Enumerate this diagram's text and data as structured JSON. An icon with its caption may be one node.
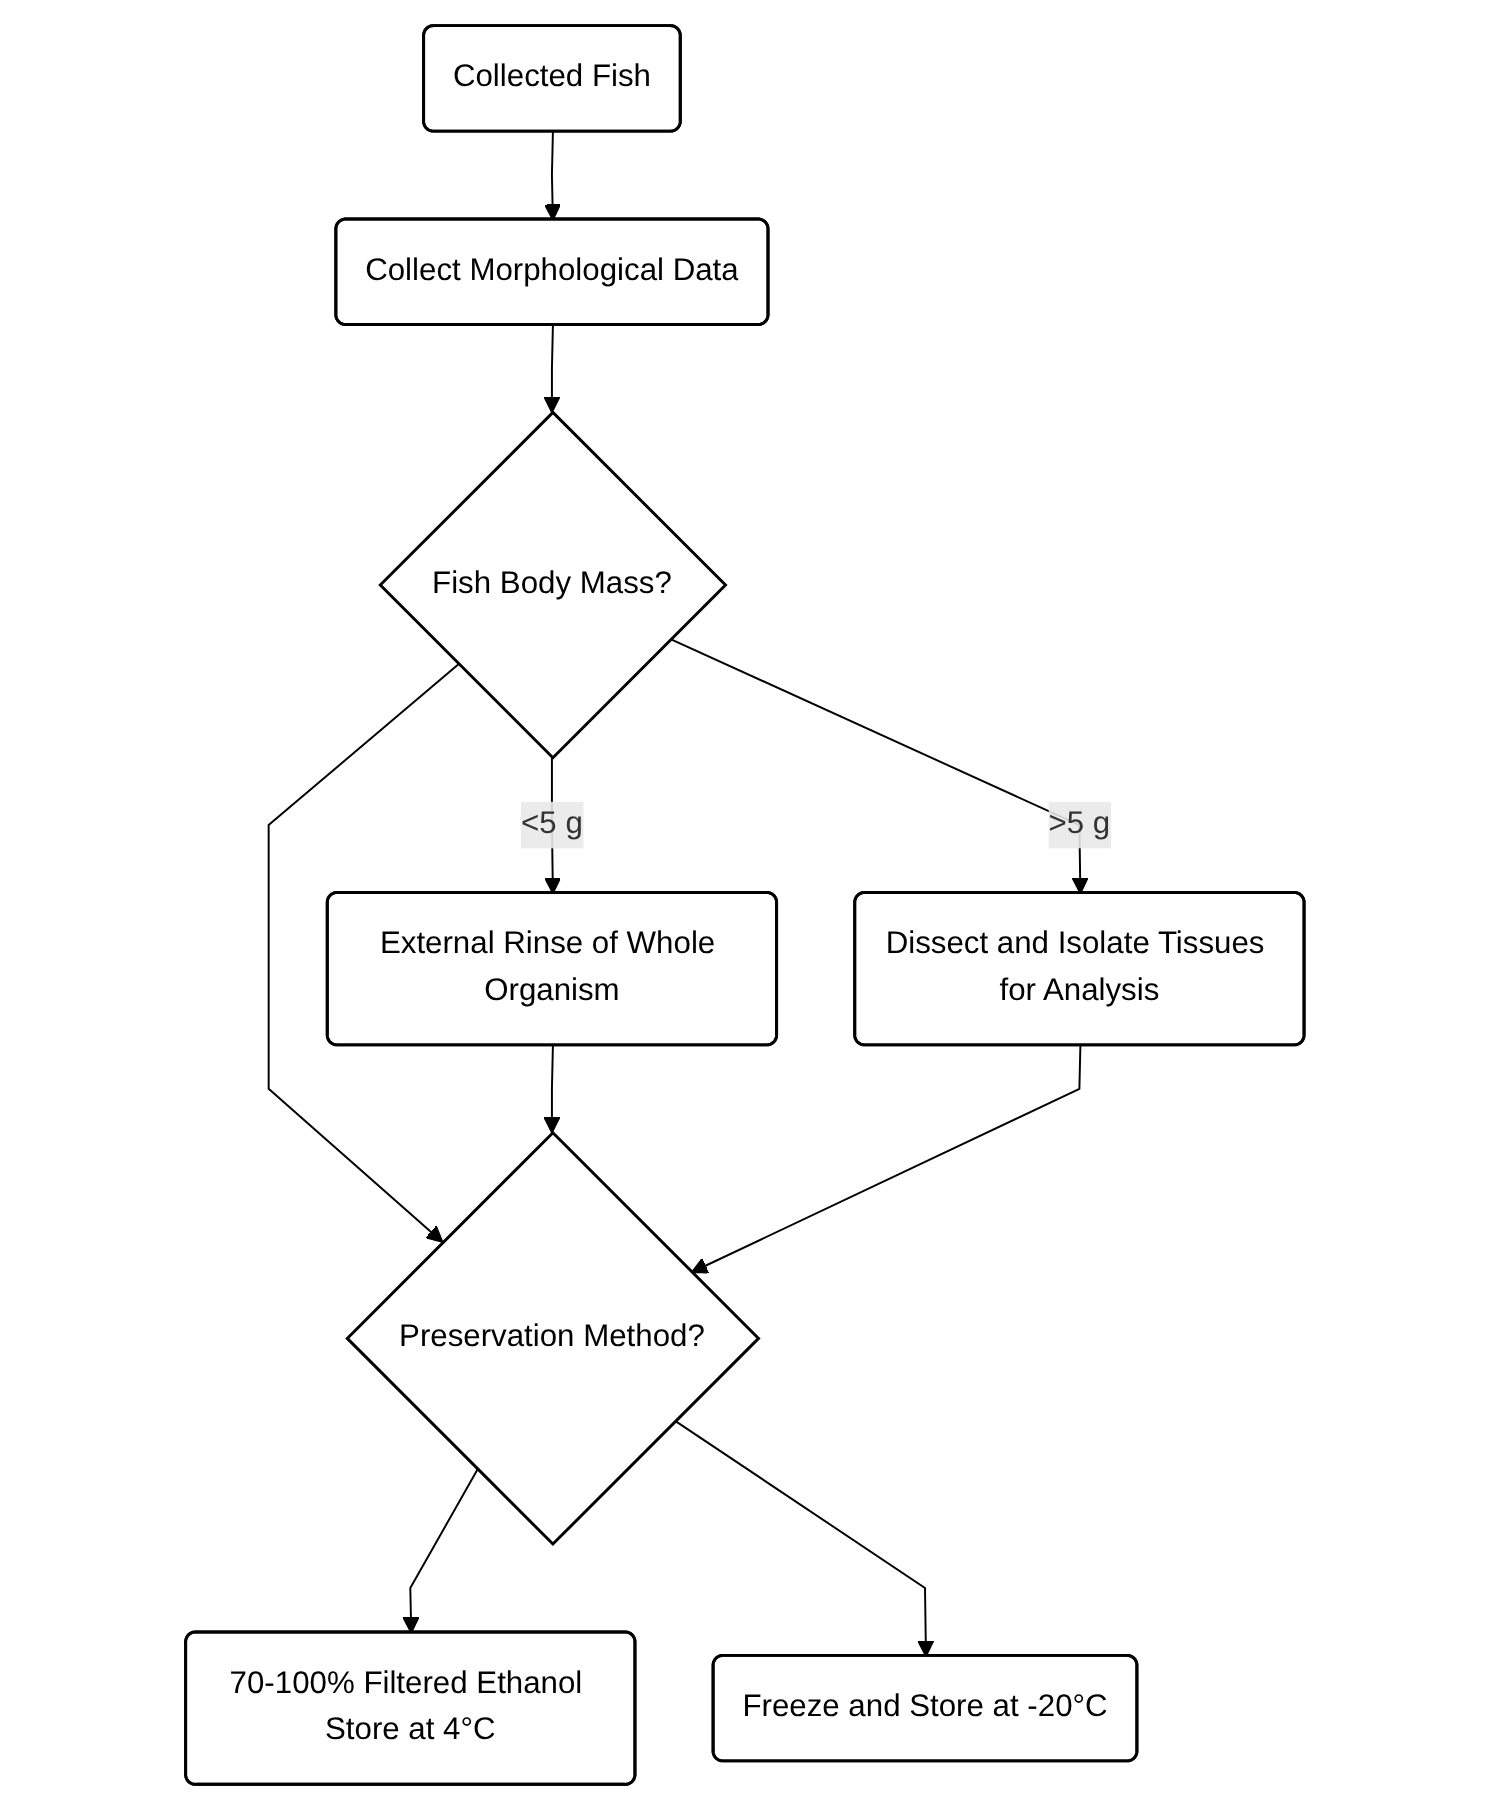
{
  "diagram": {
    "nodes": [
      {
        "text": [
          "Collected Fish"
        ]
      },
      {
        "text": [
          "Collect Morphological Data"
        ]
      },
      {
        "text": [
          "Fish Body Mass?"
        ]
      },
      {
        "text": [
          "External Rinse of Whole Organism"
        ]
      },
      {
        "text": [
          "Preservation Method?"
        ]
      },
      {
        "text": [
          "Dissect and Isolate Tissues for Analysis"
        ]
      },
      {
        "text": [
          "70-100% Filtered Ethanol Store at 4°C"
        ]
      },
      {
        "text": [
          "Freeze and Store at -20°C"
        ]
      }
    ],
    "edges": [
      {
        "from": 0,
        "to": 1,
        "arrow": "to"
      },
      {
        "from": 1,
        "to": 2,
        "arrow": "to"
      },
      {
        "from": 2,
        "to": 3,
        "arrow": "to",
        "label": "<5 g"
      },
      {
        "from": 2,
        "to": 4,
        "arrow": "to"
      },
      {
        "from": 2,
        "to": 5,
        "arrow": "to",
        "label": ">5 g"
      },
      {
        "from": 3,
        "to": 4,
        "arrow": "to"
      },
      {
        "from": 5,
        "to": 4,
        "arrow": "to"
      },
      {
        "from": 4,
        "to": 6,
        "arrow": "to"
      },
      {
        "from": 4,
        "to": 7,
        "arrow": "to"
      }
    ]
  }
}
